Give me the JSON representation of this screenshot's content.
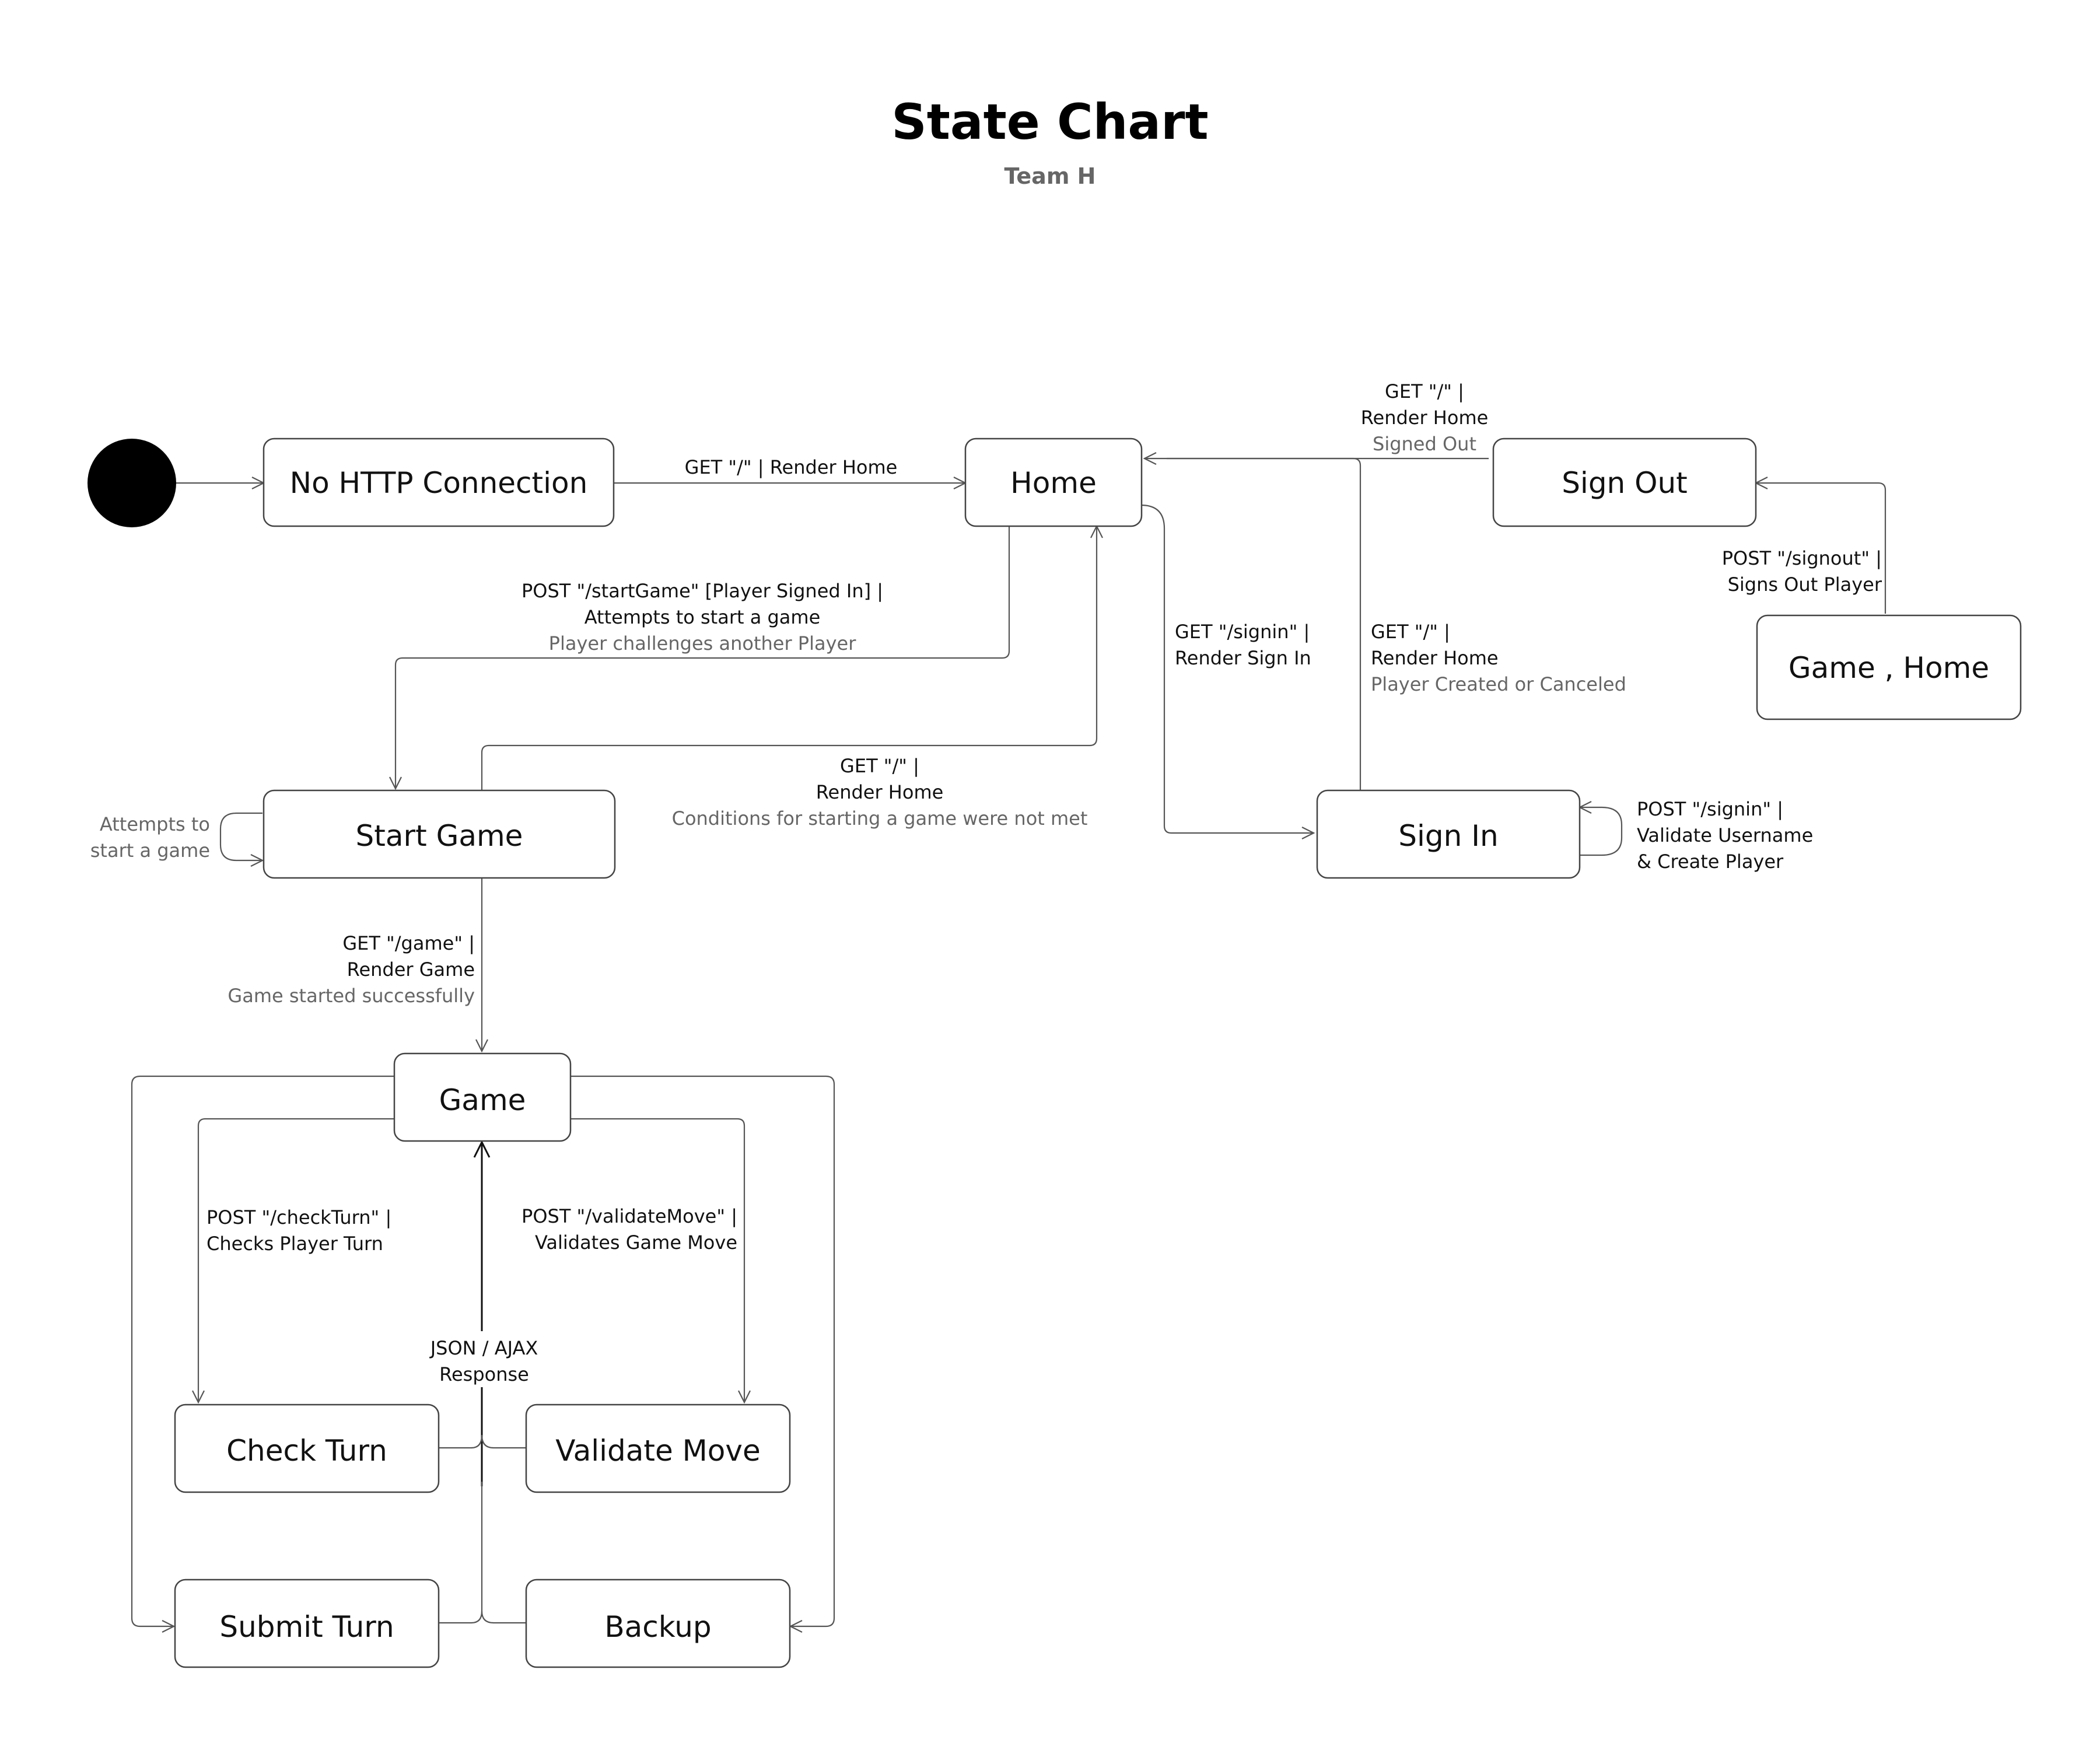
{
  "title": "State Chart",
  "subtitle": "Team H",
  "colors": {
    "line": "#555555",
    "text": "#111111",
    "guard_text": "#666666",
    "initial_node": "#000000"
  },
  "states": {
    "no_http": "No HTTP Connection",
    "home": "Home",
    "sign_out": "Sign Out",
    "game_home": "Game , Home",
    "start_game": "Start Game",
    "sign_in": "Sign In",
    "game": "Game",
    "check_turn": "Check Turn",
    "validate_move": "Validate Move",
    "submit_turn": "Submit Turn",
    "backup": "Backup"
  },
  "transitions": {
    "nohttp_home": {
      "line1": "GET \"/\" | Render Home"
    },
    "signout_home": {
      "line1": "GET \"/\" |",
      "line2": "Render Home",
      "guard": "Signed Out"
    },
    "gamehome_signout": {
      "line1": "POST \"/signout\" |",
      "line2": "Signs Out Player"
    },
    "home_startgame": {
      "line1": "POST \"/startGame\" [Player Signed In] |",
      "line2": "Attempts to start a game",
      "guard": "Player challenges another Player"
    },
    "home_signin": {
      "line1": "GET \"/signin\" |",
      "line2": "Render Sign In"
    },
    "signin_home": {
      "line1": "GET \"/\" |",
      "line2": "Render Home",
      "guard": "Player Created or Canceled"
    },
    "startgame_home": {
      "line1": "GET \"/\" |",
      "line2": "Render Home",
      "guard": "Conditions for starting a game were not met"
    },
    "startgame_self": {
      "line1": "Attempts to",
      "line2": "start a game"
    },
    "signin_self": {
      "line1": "POST \"/signin\" |",
      "line2": "Validate Username",
      "line3": "& Create Player"
    },
    "startgame_game": {
      "line1": "GET \"/game\" |",
      "line2": "Render Game",
      "guard": "Game started successfully"
    },
    "game_checkturn": {
      "line1": "POST \"/checkTurn\" |",
      "line2": "Checks Player Turn"
    },
    "game_validatemove": {
      "line1": "POST \"/validateMove\" |",
      "line2": "Validates Game Move"
    },
    "json_response": {
      "line1": "JSON / AJAX",
      "line2": "Response"
    }
  }
}
